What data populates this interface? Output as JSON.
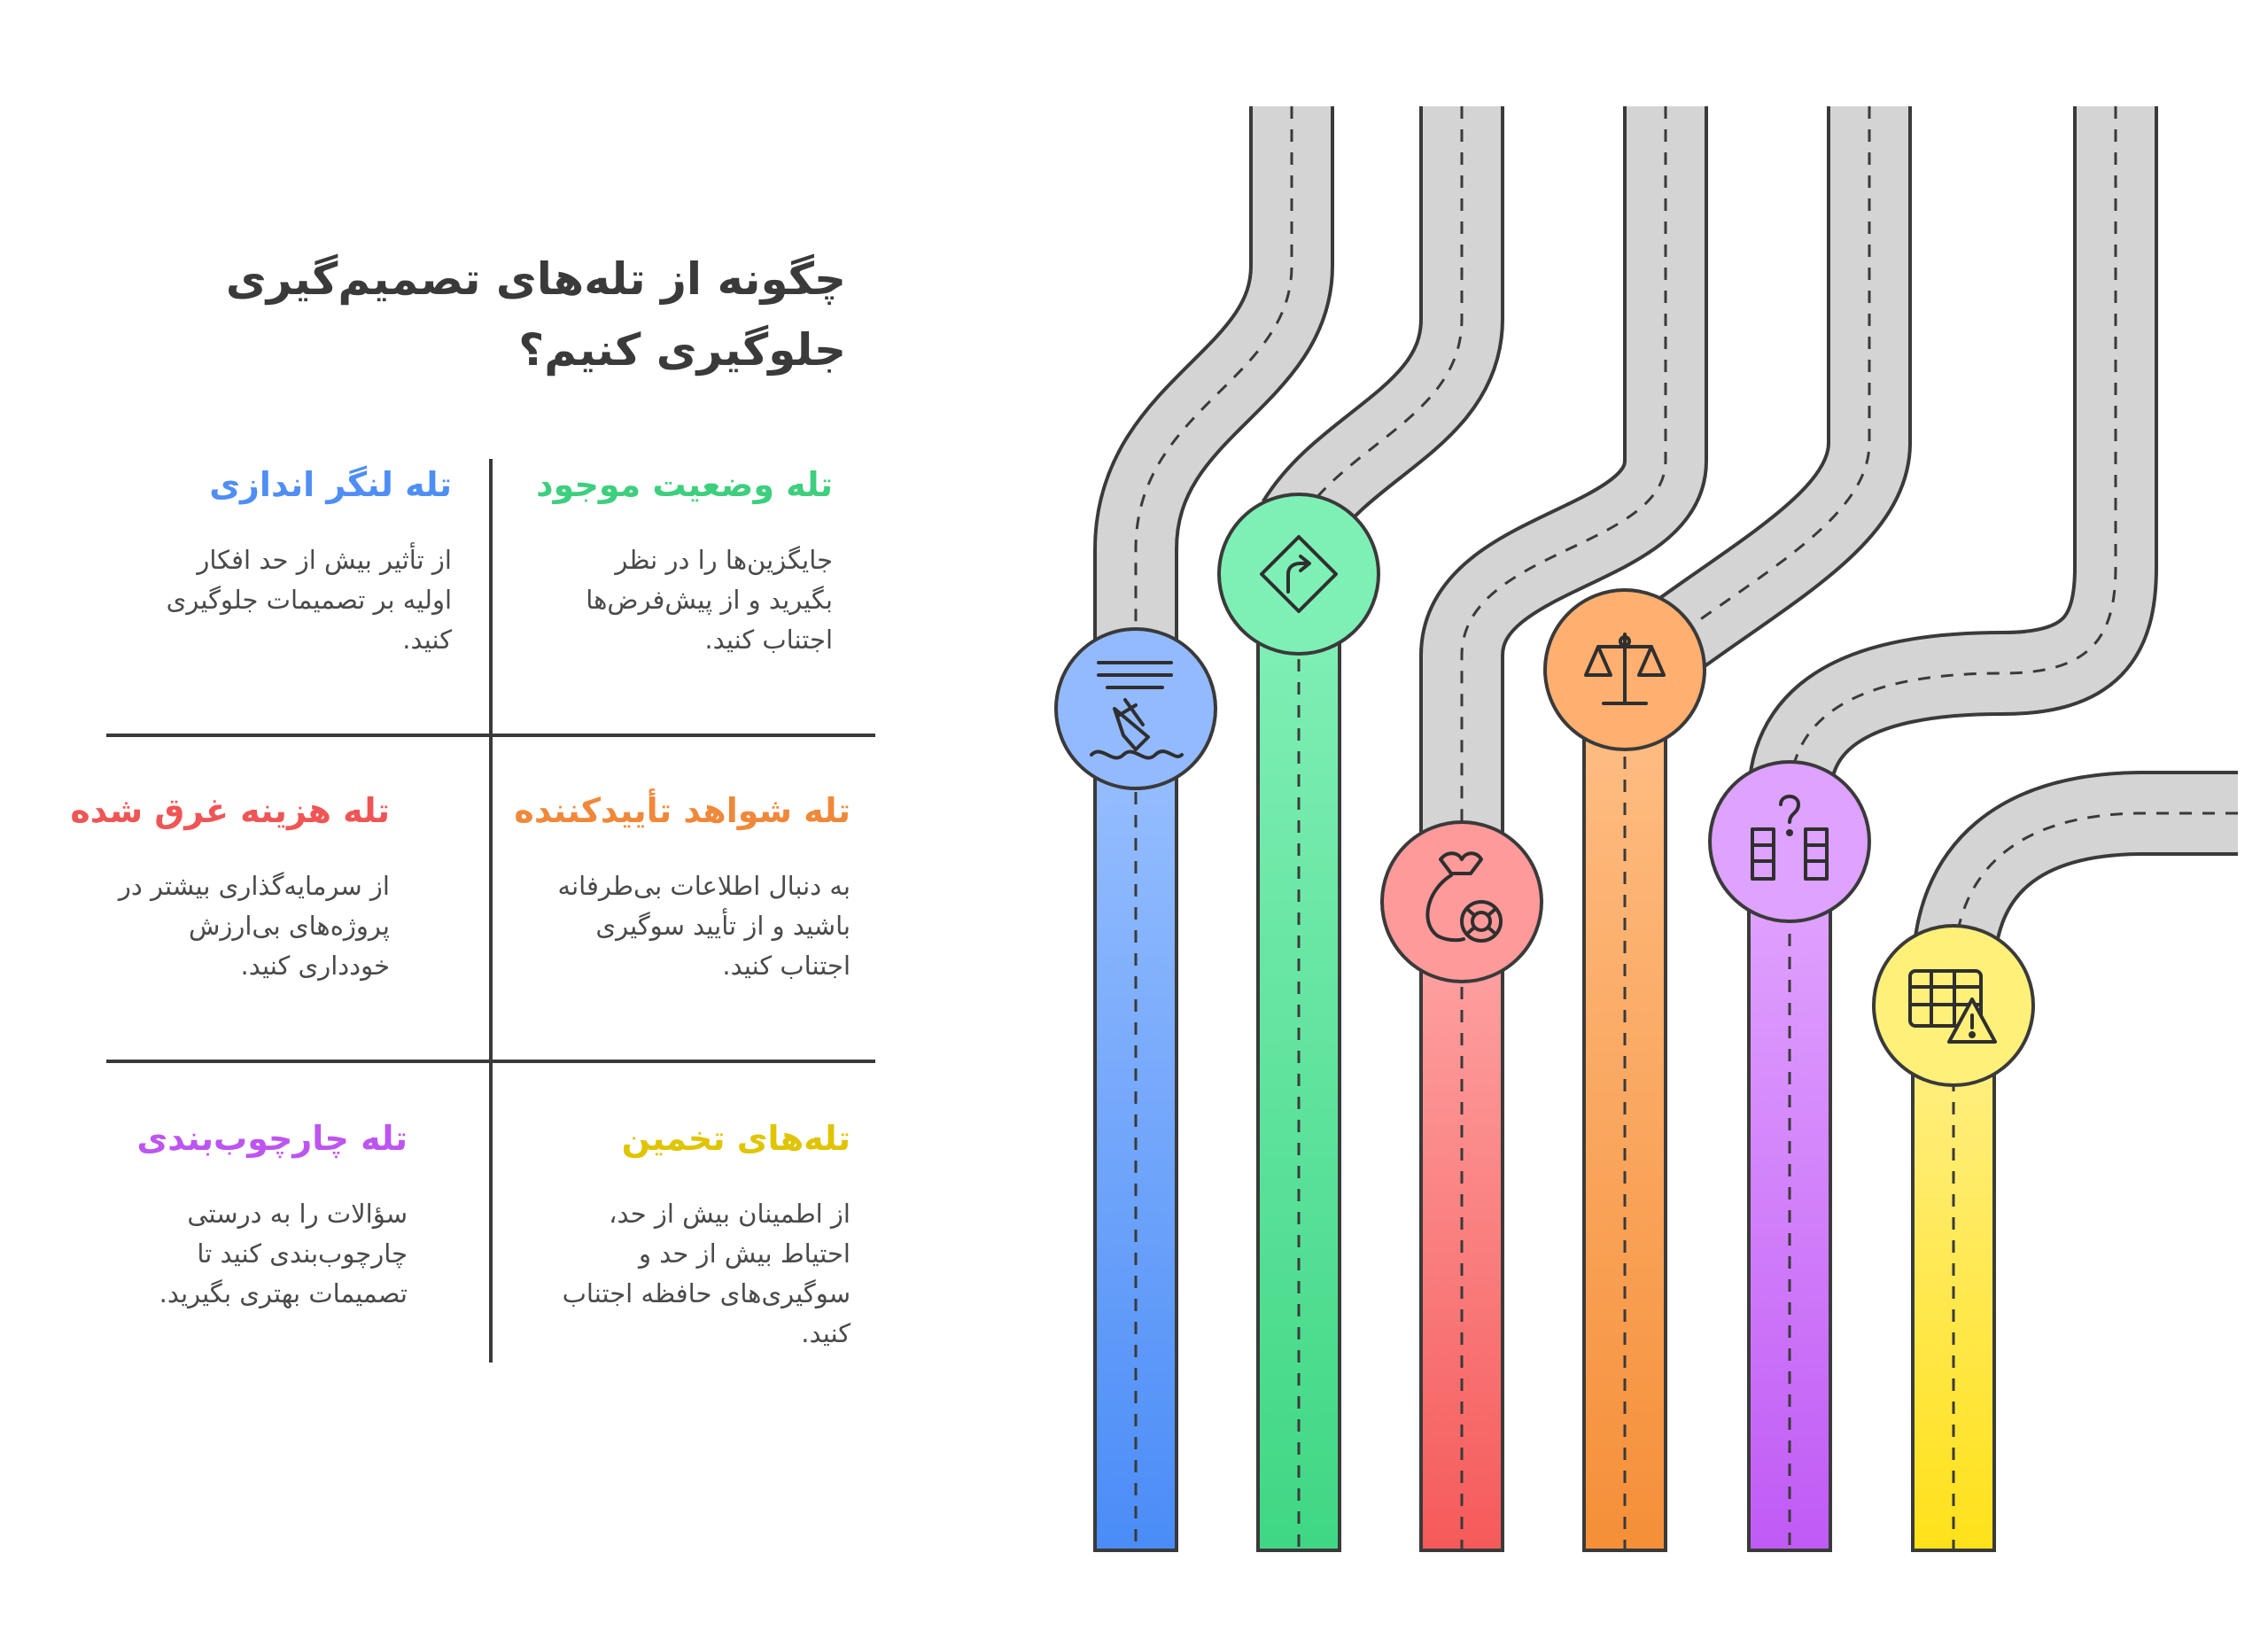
{
  "title": "چگونه از تله‌های تصمیم‌گیری جلوگیری کنیم؟",
  "colors": {
    "text": "#3a3a3a",
    "body_text": "#4a4a4a",
    "road": "#d4d4d4",
    "outline": "#3a3a3a"
  },
  "traps": [
    {
      "title": "تله لنگر اندازی",
      "description": "از تأثیر بیش از حد افکار\nاولیه بر تصمیمات جلوگیری\nکنید.",
      "color": "#4f8ef5",
      "icon": "sinking-ship-anchor-icon"
    },
    {
      "title": "تله وضعیت موجود",
      "description": "جایگزین‌ها را در نظر\nبگیرید و از پیش‌فرض‌ها\nاجتناب کنید.",
      "color": "#3ecf7e",
      "icon": "turn-sign-icon"
    },
    {
      "title": "تله هزینه غرق شده",
      "description": "از سرمایه‌گذاری بیشتر در\nپروژه‌های بی‌ارزش\nخودداری کنید.",
      "color": "#f05555",
      "icon": "money-bag-lifebuoy-icon"
    },
    {
      "title": "تله شواهد تأییدکننده",
      "description": "به دنبال اطلاعات بی‌طرفانه\nباشید و از تأیید سوگیری\nاجتناب کنید.",
      "color": "#f0883a",
      "icon": "balance-scale-icon"
    },
    {
      "title": "تله چارچوب‌بندی",
      "description": "سؤالات را به درستی\nچارچوب‌بندی کنید تا\nتصمیمات بهتری بگیرید.",
      "color": "#bd55f0",
      "icon": "question-frames-icon"
    },
    {
      "title": "تله‌های تخمین",
      "description": "از اطمینان بیش از حد،\nاحتیاط بیش از حد و\nسوگیری‌های حافظه اجتناب\nکنید.",
      "color": "#e0c400",
      "icon": "table-warning-icon"
    }
  ]
}
